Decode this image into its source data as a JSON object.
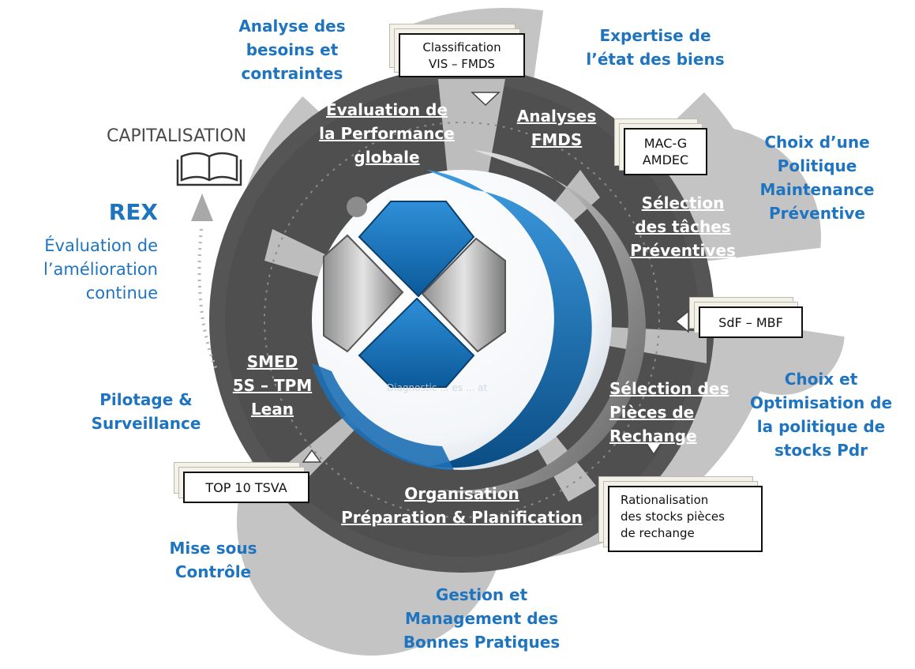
{
  "outer_labels": {
    "analyse": [
      "Analyse des",
      "besoins et",
      "contraintes"
    ],
    "expertise": [
      "Expertise de",
      "l’état des biens"
    ],
    "choix_politique": [
      "Choix d’une",
      "Politique",
      "Maintenance",
      "Préventive"
    ],
    "choix_optimisation": [
      "Choix et",
      "Optimisation de",
      "la politique de",
      "stocks Pdr"
    ],
    "gestion": [
      "Gestion et",
      "Management des",
      "Bonnes Pratiques"
    ],
    "mise_sous_controle": [
      "Mise sous",
      "Contrôle"
    ],
    "pilotage": [
      "Pilotage &",
      "Surveillance"
    ]
  },
  "segments": {
    "evaluation": [
      "Evaluation de",
      "la Performance",
      "globale"
    ],
    "analyses": [
      "Analyses",
      "FMDS"
    ],
    "selection_taches": [
      "Sélection",
      "des tâches",
      "Préventives"
    ],
    "selection_pieces": [
      "Sélection des",
      "Pièces de",
      "Rechange"
    ],
    "organisation": [
      "Organisation",
      "Préparation & Planification"
    ],
    "smed": [
      "SMED",
      "5S – TPM",
      "Lean"
    ]
  },
  "boxes": {
    "classification": [
      "Classification",
      "VIS – FMDS"
    ],
    "macg": [
      "MAC-G",
      "AMDEC"
    ],
    "sdf": [
      "SdF – MBF"
    ],
    "rationalisation": [
      "Rationalisation",
      "des stocks pièces",
      "de rechange"
    ],
    "top10": [
      "TOP 10 TSVA"
    ]
  },
  "capitalisation": "CAPITALISATION",
  "rex": {
    "title": "REX",
    "lines": [
      "Évaluation de",
      "l’amélioration",
      "continue"
    ]
  },
  "center_label": "Diagnostic ... es ... at",
  "icons": [
    "book-icon",
    "down-triangle-icon",
    "left-triangle-icon",
    "up-triangle-icon",
    "upward-arrow-icon"
  ],
  "colors": {
    "accent_blue": "#1f74c0",
    "ring_dark": "#4a4a4a",
    "ring_light": "#bdbdbd"
  }
}
